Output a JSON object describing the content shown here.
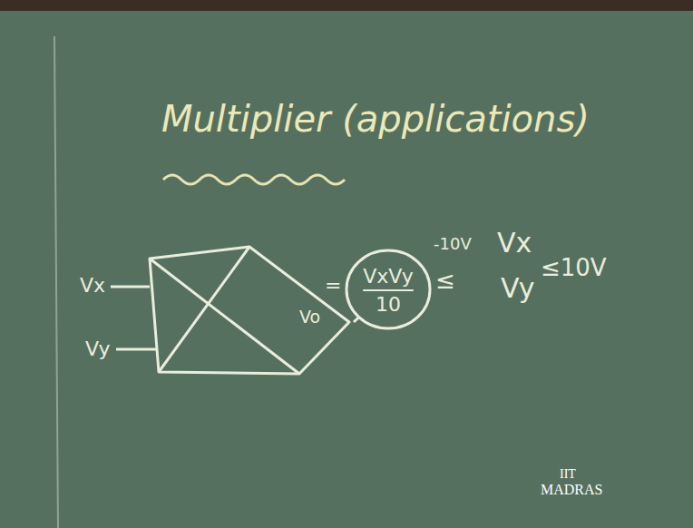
{
  "diagram": {
    "title": "Multiplier (applications)",
    "nodes": [
      {
        "text": [
          "Vo"
        ]
      },
      {
        "text": [
          "VxVy",
          "10"
        ]
      }
    ],
    "edges": [
      {
        "from": 0,
        "to": 1,
        "arrow": "none"
      }
    ],
    "labels": [
      "Vx",
      "Vy",
      "=",
      "-10V",
      "≤",
      "Vx",
      "Vy",
      "≤10V",
      "IIT",
      "MADRAS"
    ]
  }
}
